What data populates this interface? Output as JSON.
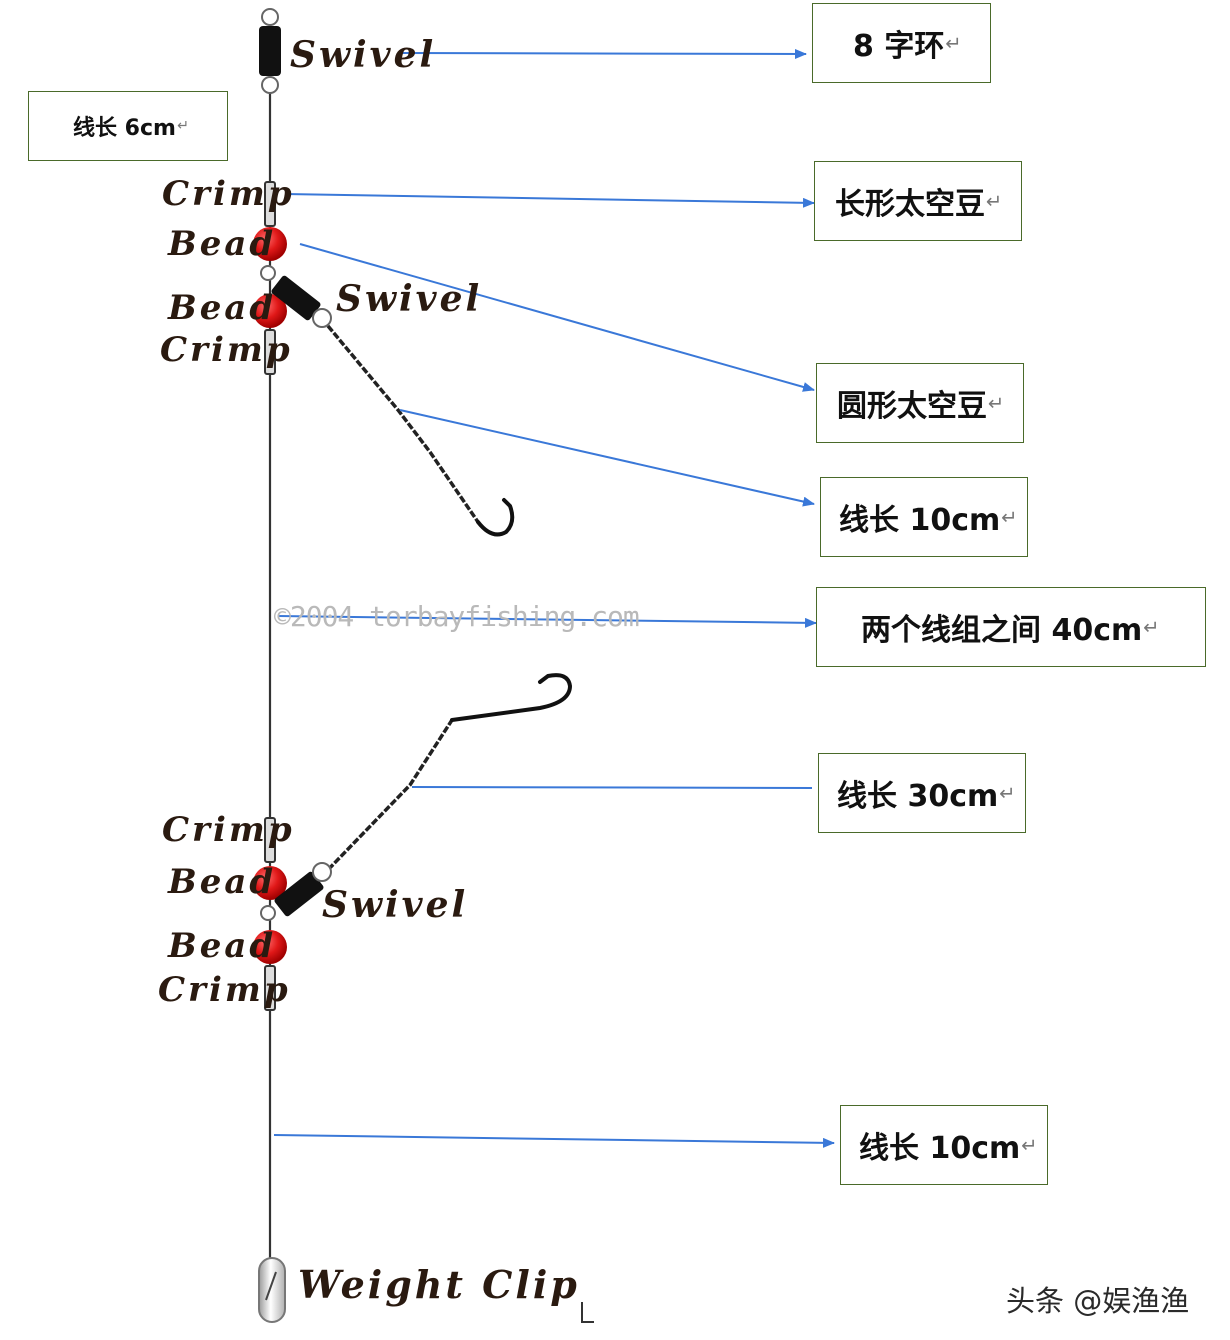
{
  "labels": {
    "swivel_top": "Swivel",
    "crimp_1": "Crimp",
    "bead_1": "Bead",
    "swivel_mid": "Swivel",
    "bead_2": "Bead",
    "crimp_2": "Crimp",
    "crimp_3": "Crimp",
    "bead_3": "Bead",
    "swivel_low": "Swivel",
    "bead_4": "Bead",
    "crimp_4": "Crimp",
    "weight_clip": "Weight Clip"
  },
  "boxes": {
    "line_6cm": "线长 6cm",
    "figure8_ring": "8 字环",
    "long_bead": "长形太空豆",
    "round_bead": "圆形太空豆",
    "line_10cm_a": "线长 10cm",
    "between_rigs": "两个线组之间 40cm",
    "line_30cm": "线长 30cm",
    "line_10cm_b": "线长 10cm"
  },
  "return_mark": "↵",
  "watermark": "©2004 torbayfishing.com",
  "brand": "头条 @娱渔渔",
  "colors": {
    "arrow": "#3a78d8",
    "bead": "#e01818",
    "box_border": "#4a6a2a",
    "line": "#222222"
  }
}
